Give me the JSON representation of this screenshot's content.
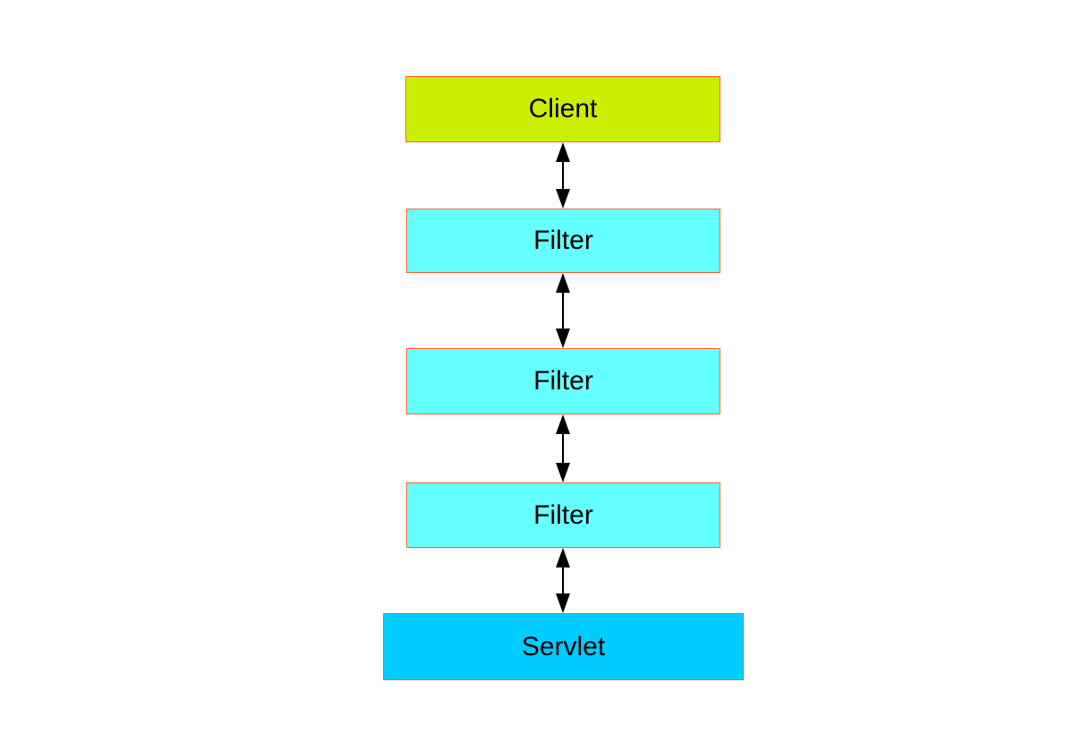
{
  "diagram": {
    "nodes": [
      {
        "id": "client",
        "label": "Client",
        "fill": "#CCEE00"
      },
      {
        "id": "filter-1",
        "label": "Filter",
        "fill": "#66FFFF"
      },
      {
        "id": "filter-2",
        "label": "Filter",
        "fill": "#66FFFF"
      },
      {
        "id": "filter-3",
        "label": "Filter",
        "fill": "#00CCFF"
      }
    ],
    "connections": [
      {
        "from": "client",
        "to": "filter-1",
        "type": "bidirectional-arrow"
      },
      {
        "from": "filter-1",
        "to": "filter-2",
        "type": "bidirectional-arrow"
      },
      {
        "from": "filter-2",
        "to": "filter-3",
        "type": "bidirectional-arrow"
      },
      {
        "from": "filter-3",
        "to": "servlet",
        "type": "bidirectional-arrow"
      }
    ],
    "colors": {
      "box_border": "#FF6633",
      "arrow": "#000000",
      "text": "#000000",
      "background": "#FFFFFF"
    }
  }
}
